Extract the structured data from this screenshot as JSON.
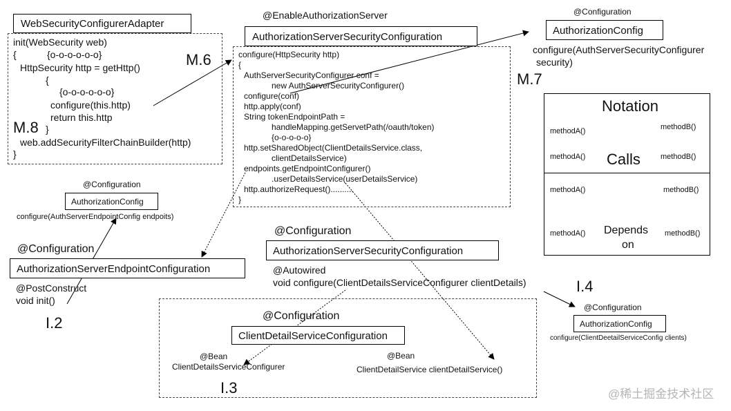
{
  "websec": {
    "title": "WebSecurityConfigurerAdapter",
    "lines": [
      "init(WebSecurity web)",
      "{",
      "{o-o-o-o-o-o}",
      "HttpSecurity http = getHttp()",
      "{",
      "{o-o-o-o-o-o}",
      "configure(this.http)",
      "return this.http",
      "}",
      "web.addSecurityFilterChainBuilder(http)",
      "}"
    ],
    "label": "M.8"
  },
  "auth_server": {
    "annotation": "@EnableAuthorizationServer",
    "title": "AuthorizationServerSecurityConfiguration",
    "lines": [
      "configure(HttpSecurity http)",
      "{",
      "AuthServerSecurityConfigurer conf =",
      "new AuthServerSecurityConfigurer()",
      "configure(conf)",
      "http.apply(conf)",
      "String tokenEndpointPath =",
      "handleMapping.getServetPath(/oauth/token)",
      "{o-o-o-o-o}",
      "http.setSharedObject(ClientDetailsService.class,",
      "clientDetailsService)",
      "endpoints.getEndpointConfigurer()",
      ".userDetailsService(userDetailsService)",
      "http.authorizeRequest()..........",
      "}"
    ],
    "m6": "M.6",
    "m7": "M.7"
  },
  "auth_config_top": {
    "annotation": "@Configuration",
    "title": "AuthorizationConfig",
    "method1": "configure(AuthServerSecurityConfigurer",
    "method2": "security)"
  },
  "notation": {
    "title": "Notation",
    "calls": "Calls",
    "depends1": "Depends",
    "depends2": "on",
    "method_a": "methodA()",
    "method_b": "methodB()"
  },
  "auth_config_mid": {
    "annotation": "@Configuration",
    "title": "AuthorizationConfig",
    "method": "configure(AuthServerEndpointConfig endpoits)"
  },
  "endpoint_config": {
    "annotation": "@Configuration",
    "title": "AuthorizationServerEndpointConfiguration",
    "line1": "@PostConstruct",
    "line2": "void init()",
    "label": "I.2"
  },
  "security_config2": {
    "annotation": "@Configuration",
    "title": "AuthorizationServerSecurityConfiguration",
    "line1": "@Autowired",
    "line2": "void configure(ClientDetailsServiceConfigurer clientDetails)",
    "label": "I.4"
  },
  "client_detail": {
    "annotation": "@Configuration",
    "title": "ClientDetailServiceConfiguration",
    "bean1_anno": "@Bean",
    "bean1": "ClientDetailsServiceConfigurer",
    "bean2_anno": "@Bean",
    "bean2": "ClientDetailService clientDetailService()",
    "label": "I.3"
  },
  "auth_config_bottom": {
    "annotation": "@Configuration",
    "title": "AuthorizationConfig",
    "method": "configure(ClientDeetailServiceConfig clients)"
  },
  "watermark": "@稀土掘金技术社区"
}
